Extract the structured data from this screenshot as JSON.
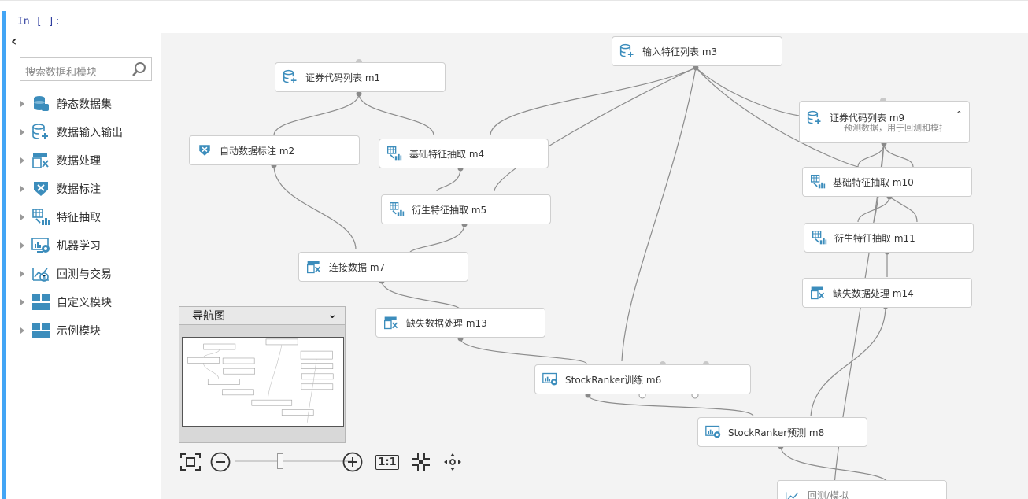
{
  "cell": {
    "prompt": "In [ ]:",
    "collapse_glyph": "‹"
  },
  "sidebar": {
    "search_placeholder": "搜索数据和模块",
    "items": [
      {
        "label": "静态数据集",
        "icon": "database-icon"
      },
      {
        "label": "数据输入输出",
        "icon": "database-add-icon"
      },
      {
        "label": "数据处理",
        "icon": "table-tools-icon"
      },
      {
        "label": "数据标注",
        "icon": "label-shield-icon"
      },
      {
        "label": "特征抽取",
        "icon": "grid-chart-icon"
      },
      {
        "label": "机器学习",
        "icon": "monitor-chart-icon"
      },
      {
        "label": "回测与交易",
        "icon": "trend-coin-icon"
      },
      {
        "label": "自定义模块",
        "icon": "tiles-icon"
      },
      {
        "label": "示例模块",
        "icon": "tiles-icon"
      }
    ]
  },
  "nodes": {
    "m3": "输入特征列表 m3",
    "m1": "证券代码列表 m1",
    "m9": "证券代码列表 m9",
    "m9_sub": "预测数据，用于回测和模拟",
    "m2": "自动数据标注 m2",
    "m4": "基础特征抽取 m4",
    "m10": "基础特征抽取 m10",
    "m5": "衍生特征抽取 m5",
    "m11": "衍生特征抽取 m11",
    "m7": "连接数据 m7",
    "m14": "缺失数据处理 m14",
    "m13": "缺失数据处理 m13",
    "m6": "StockRanker训练 m6",
    "m8": "StockRanker预测 m8",
    "m_bottom": "回测/模拟"
  },
  "minimap": {
    "title": "导航图"
  },
  "toolbar": {
    "one_to_one": "1:1"
  },
  "colors": {
    "accent": "#42a5f5",
    "icon_blue": "#3c8dbc",
    "edge": "#888888",
    "port": "#777777"
  }
}
